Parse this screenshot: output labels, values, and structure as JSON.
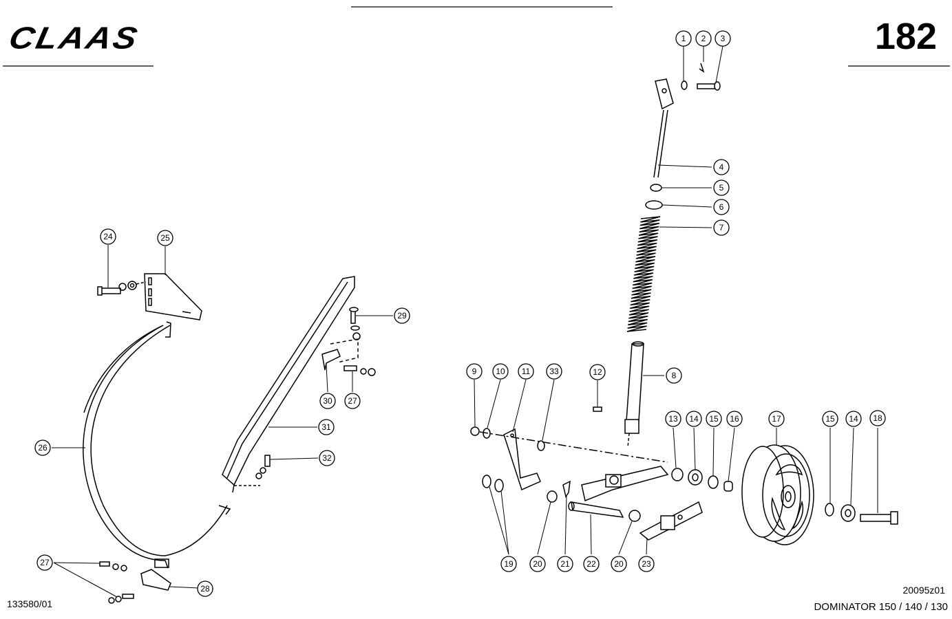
{
  "header": {
    "brand": "CLAAS",
    "page_number": "182"
  },
  "footer": {
    "document_number": "133580/01",
    "figure_code": "20095z01",
    "model": "DOMINATOR 150 / 140 / 130"
  },
  "callouts": [
    "1",
    "2",
    "3",
    "4",
    "5",
    "6",
    "7",
    "8",
    "9",
    "10",
    "11",
    "12",
    "13",
    "14",
    "15",
    "16",
    "17",
    "18",
    "19",
    "20",
    "21",
    "22",
    "23",
    "24",
    "25",
    "26",
    "27",
    "28",
    "29",
    "30",
    "31",
    "32",
    "33"
  ]
}
